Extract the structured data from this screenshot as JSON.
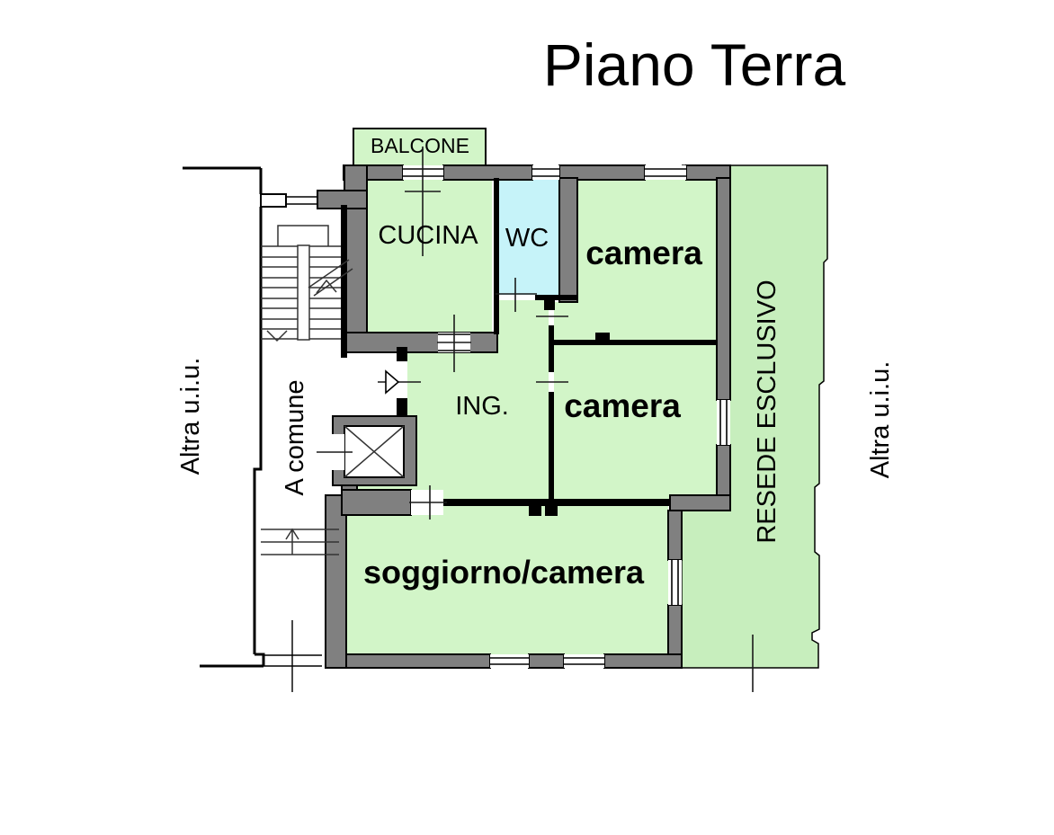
{
  "title": "Piano Terra",
  "colors": {
    "room_fill": "#d2f5c8",
    "balcony_fill": "#d2f5c8",
    "wc_fill": "#c6f3f9",
    "resede_fill": "#c7eebd",
    "wall_gray": "#808080",
    "outline_black": "#000000"
  },
  "rooms": {
    "balcone": {
      "label": "BALCONE"
    },
    "cucina": {
      "label": "CUCINA"
    },
    "wc": {
      "label": "WC"
    },
    "camera1": {
      "label": "camera"
    },
    "ingresso": {
      "label": "ING."
    },
    "camera2": {
      "label": "camera"
    },
    "soggiorno": {
      "label": "soggiorno/camera"
    }
  },
  "areas": {
    "a_comune": {
      "label": "A comune"
    },
    "resede": {
      "label": "RESEDE ESCLUSIVO"
    },
    "altra_uiu_left": {
      "label": "Altra u.i.u."
    },
    "altra_uiu_right": {
      "label": "Altra u.i.u."
    }
  }
}
